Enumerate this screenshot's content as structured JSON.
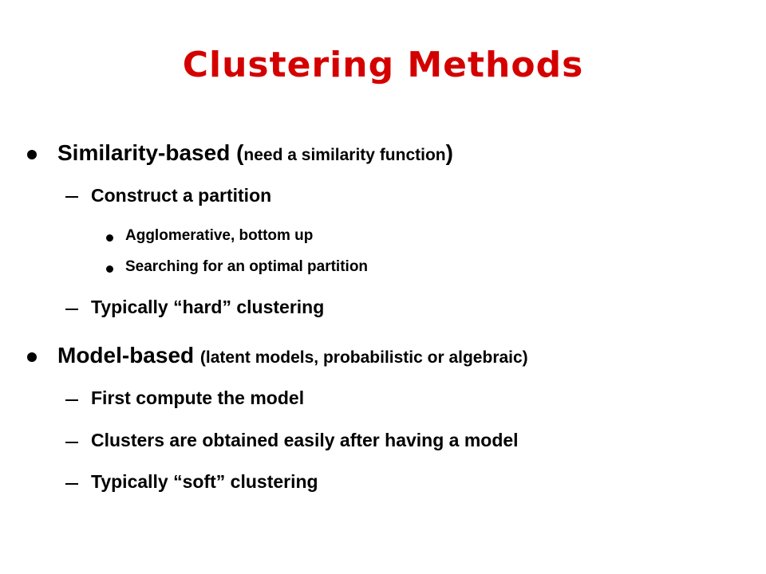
{
  "slide": {
    "title": "Clustering Methods",
    "sections": [
      {
        "heading_main": "Similarity-based (",
        "heading_note": "need a similarity function",
        "heading_close": ")",
        "items": [
          {
            "text": "Construct a partition",
            "subitems": [
              "Agglomerative, bottom up",
              "Searching for an optimal partition"
            ]
          },
          {
            "text": "Typically “hard” clustering"
          }
        ]
      },
      {
        "heading_main": "Model-based ",
        "heading_note": "(latent models, probabilistic or algebraic)",
        "items": [
          {
            "text": "First compute the model"
          },
          {
            "text": "Clusters are obtained easily after having a model"
          },
          {
            "text": "Typically “soft” clustering"
          }
        ]
      }
    ]
  },
  "colors": {
    "title": "#d40000",
    "text": "#000000",
    "background": "#ffffff"
  },
  "icons": {
    "level1_bullet": "filled-circle-bullet",
    "level2_bullet": "dash-bullet",
    "level3_bullet": "small-filled-circle-bullet"
  }
}
